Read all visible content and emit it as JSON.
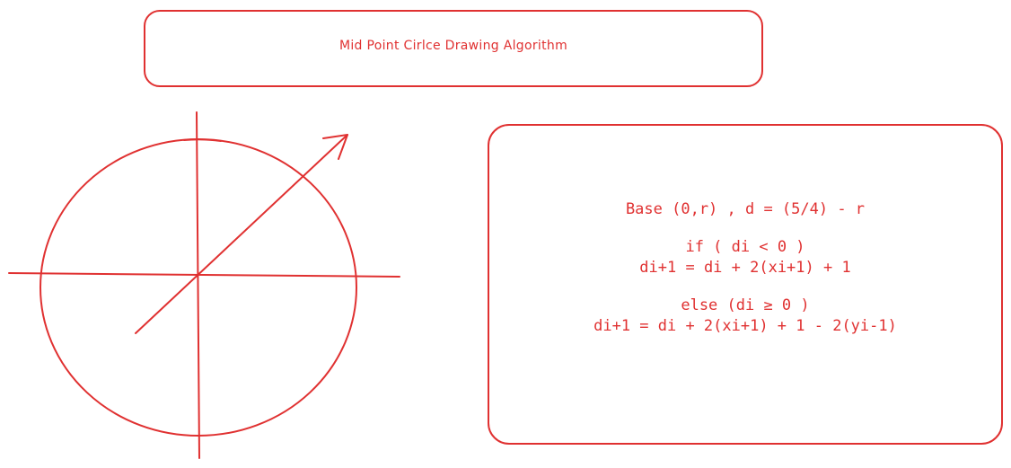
{
  "title": "Mid Point Cirlce Drawing Algorithm",
  "algorithm": {
    "base_line": "Base (0,r) , d = (5/4) - r",
    "if_condition": "if ( di < 0 )",
    "if_update": "di+1 = di + 2(xi+1) + 1",
    "else_condition": "else (di ≥ 0 )",
    "else_update": "di+1 = di + 2(xi+1) + 1 - 2(yi-1)"
  },
  "colors": {
    "stroke": "#e03131"
  }
}
